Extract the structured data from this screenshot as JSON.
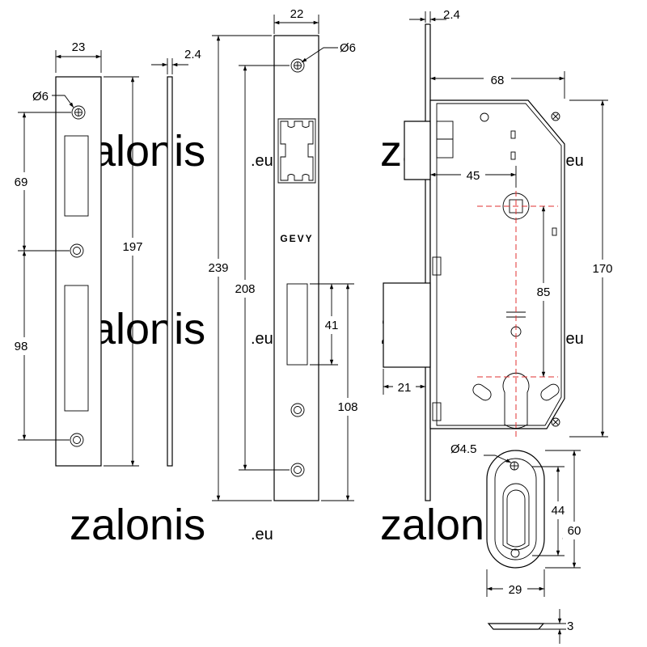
{
  "watermark": {
    "brand": "zalonis",
    "domain": ".eu"
  },
  "front_plate": {
    "width": "23",
    "hole_dia": "Ø6",
    "spacing_upper": "69",
    "spacing_lower": "98",
    "height": "197"
  },
  "front_plate_side": {
    "thickness": "2.4"
  },
  "strike_plate": {
    "width": "22",
    "hole_dia": "Ø6",
    "brand": "GEVY",
    "total_height": "239",
    "hole_spacing": "208",
    "latch_slot": "41",
    "slot_to_bottom": "108"
  },
  "lock_body": {
    "plate_thickness": "2.4",
    "depth": "68",
    "handle_axis": "45",
    "height": "170",
    "axis_spacing": "85",
    "bolt_throw": "21"
  },
  "escutcheon": {
    "screw_dia": "Ø4.5",
    "cutout_height": "44",
    "height": "60",
    "width": "29",
    "thickness": "3"
  }
}
